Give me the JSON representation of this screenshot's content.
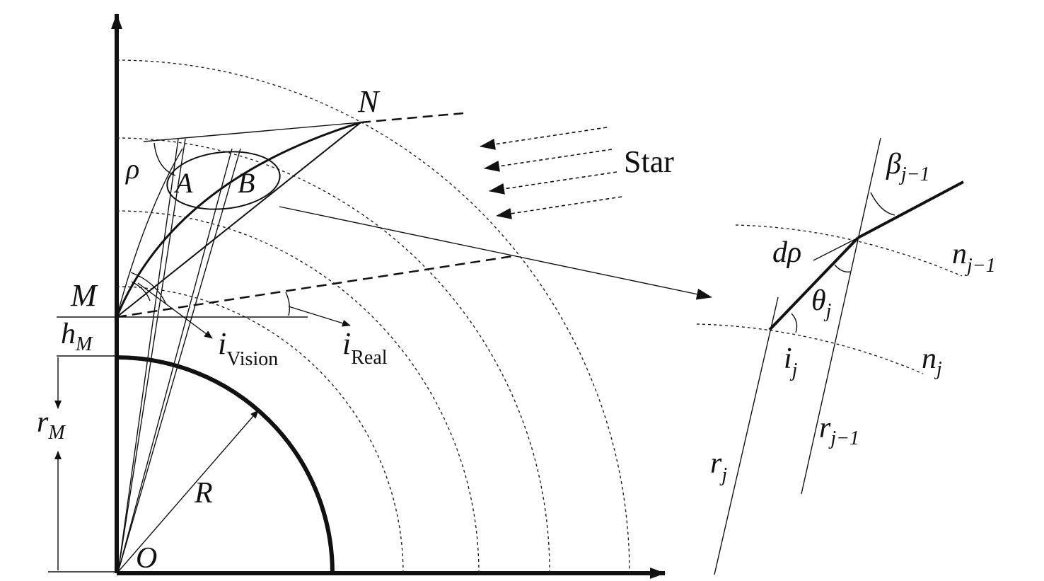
{
  "labels": {
    "N": "N",
    "star": "Star",
    "rho": "ρ",
    "A": "A",
    "B": "B",
    "M": "M",
    "h_main": "h",
    "h_sub": "M",
    "r_main": "r",
    "r_sub": "M",
    "R": "R",
    "O": "O",
    "i_vision_main": "i",
    "i_vision_sub": "Vision",
    "i_real_main": "i",
    "i_real_sub": "Real",
    "beta_main": "β",
    "beta_sub": "j−1",
    "d_rho": "dρ",
    "n_prev_main": "n",
    "n_prev_sub": "j−1",
    "theta_main": "θ",
    "theta_sub": "j",
    "ij_main": "i",
    "ij_sub": "j",
    "n_main": "n",
    "n_sub": "j",
    "rprev_main": "r",
    "rprev_sub": "j−1",
    "rj_main": "r",
    "rj_sub": "j"
  },
  "colors": {
    "ink": "#111111",
    "background": "#ffffff"
  }
}
